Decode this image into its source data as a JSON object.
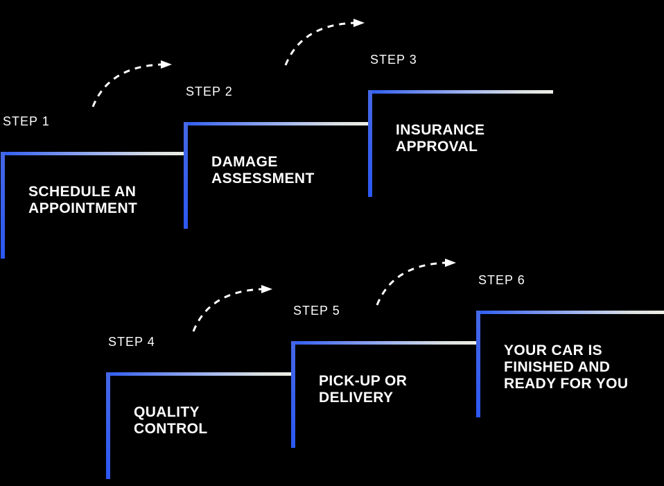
{
  "background_color": "#000000",
  "colors": {
    "accent_blue": "#2c58f2",
    "gradient_start_blue": "#2e5cf0",
    "gradient_end_cream": "#eeefe5",
    "text": "#ffffff",
    "arrow": "#ffffff"
  },
  "steps": [
    {
      "label": "STEP 1",
      "title_lines": [
        "SCHEDULE AN",
        "APPOINTMENT"
      ]
    },
    {
      "label": "STEP 2",
      "title_lines": [
        "DAMAGE",
        "ASSESSMENT"
      ]
    },
    {
      "label": "STEP 3",
      "title_lines": [
        "INSURANCE",
        "APPROVAL"
      ]
    },
    {
      "label": "STEP 4",
      "title_lines": [
        "QUALITY",
        "CONTROL"
      ]
    },
    {
      "label": "STEP 5",
      "title_lines": [
        "PICK-UP OR",
        "DELIVERY"
      ]
    },
    {
      "label": "STEP 6",
      "title_lines": [
        "YOUR CAR IS",
        "FINISHED AND",
        "READY FOR YOU"
      ]
    }
  ]
}
